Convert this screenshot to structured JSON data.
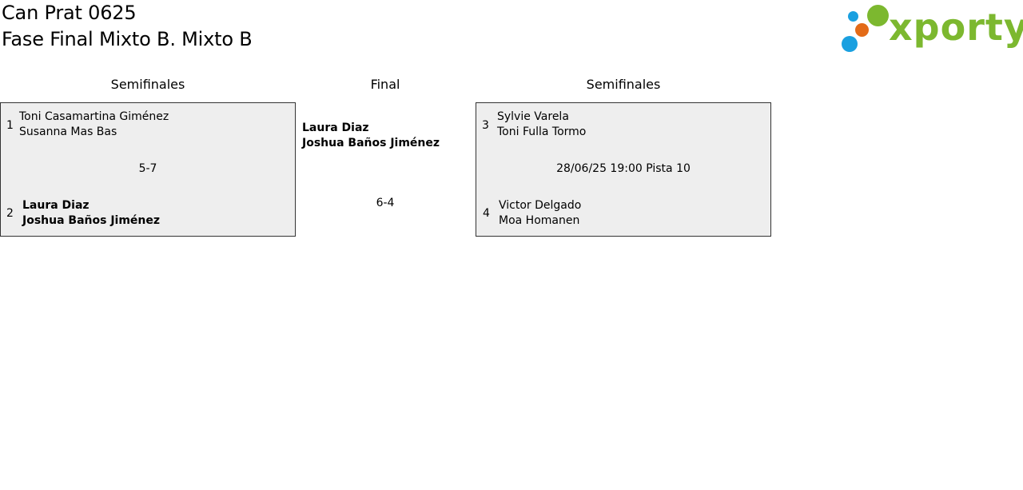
{
  "header": {
    "title_line1": "Can Prat 0625",
    "title_line2": "Fase Final Mixto B. Mixto B"
  },
  "logo": {
    "text": "xporty",
    "colors": {
      "green": "#7cb82f",
      "blue": "#1aa0e0",
      "orange": "#e36b18"
    }
  },
  "columns": {
    "left": "Semifinales",
    "middle": "Final",
    "right": "Semifinales"
  },
  "semifinal_left": {
    "team1": {
      "seed": "1",
      "player1": "Toni Casamartina Giménez",
      "player2": "Susanna Mas Bas"
    },
    "info": "5-7",
    "team2": {
      "seed": "2",
      "player1": "Laura Diaz",
      "player2": "Joshua Baños Jiménez"
    }
  },
  "final": {
    "player1": "Laura Diaz",
    "player2": "Joshua Baños Jiménez",
    "score": "6-4"
  },
  "semifinal_right": {
    "team1": {
      "seed": "3",
      "player1": "Sylvie Varela",
      "player2": "Toni Fulla Tormo"
    },
    "info": "28/06/25 19:00 Pista 10",
    "team2": {
      "seed": "4",
      "player1": "Victor Delgado",
      "player2": "Moa Homanen"
    }
  }
}
